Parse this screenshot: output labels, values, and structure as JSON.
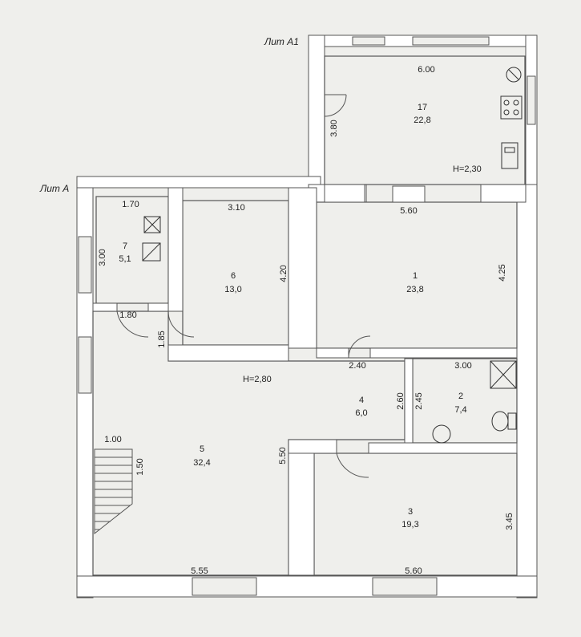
{
  "colors": {
    "paper": "#efefec",
    "background": "#c9c9c5",
    "wall": "#ffffff",
    "line": "#555555",
    "text": "#222222"
  },
  "blocks": {
    "lit_a": "Лит А",
    "lit_a1": "Лит А1"
  },
  "rooms": {
    "r1": {
      "number": "1",
      "area": "23,8"
    },
    "r2": {
      "number": "2",
      "area": "7,4"
    },
    "r3": {
      "number": "3",
      "area": "19,3"
    },
    "r4": {
      "number": "4",
      "area": "6,0"
    },
    "r5": {
      "number": "5",
      "area": "32,4"
    },
    "r6": {
      "number": "6",
      "area": "13,0"
    },
    "r7": {
      "number": "7",
      "area": "5,1"
    },
    "r17": {
      "number": "17",
      "area": "22,8"
    }
  },
  "heights": {
    "main": "H=2,80",
    "annex": "H=2,30"
  },
  "dimensions": {
    "d_6_00": "6.00",
    "d_3_80": "3.80",
    "d_5_60_top": "5.60",
    "d_4_25": "4.25",
    "d_1_70": "1.70",
    "d_3_00_r7": "3.00",
    "d_3_10": "3.10",
    "d_4_20": "4.20",
    "d_1_80": "1.80",
    "d_1_85": "1.85",
    "d_2_40": "2.40",
    "d_3_00_r2": "3.00",
    "d_2_60": "2.60",
    "d_2_45": "2.45",
    "d_1_00": "1.00",
    "d_1_50": "1.50",
    "d_5_50": "5.50",
    "d_3_45": "3.45",
    "d_5_55": "5.55",
    "d_5_60_bottom": "5.60"
  }
}
